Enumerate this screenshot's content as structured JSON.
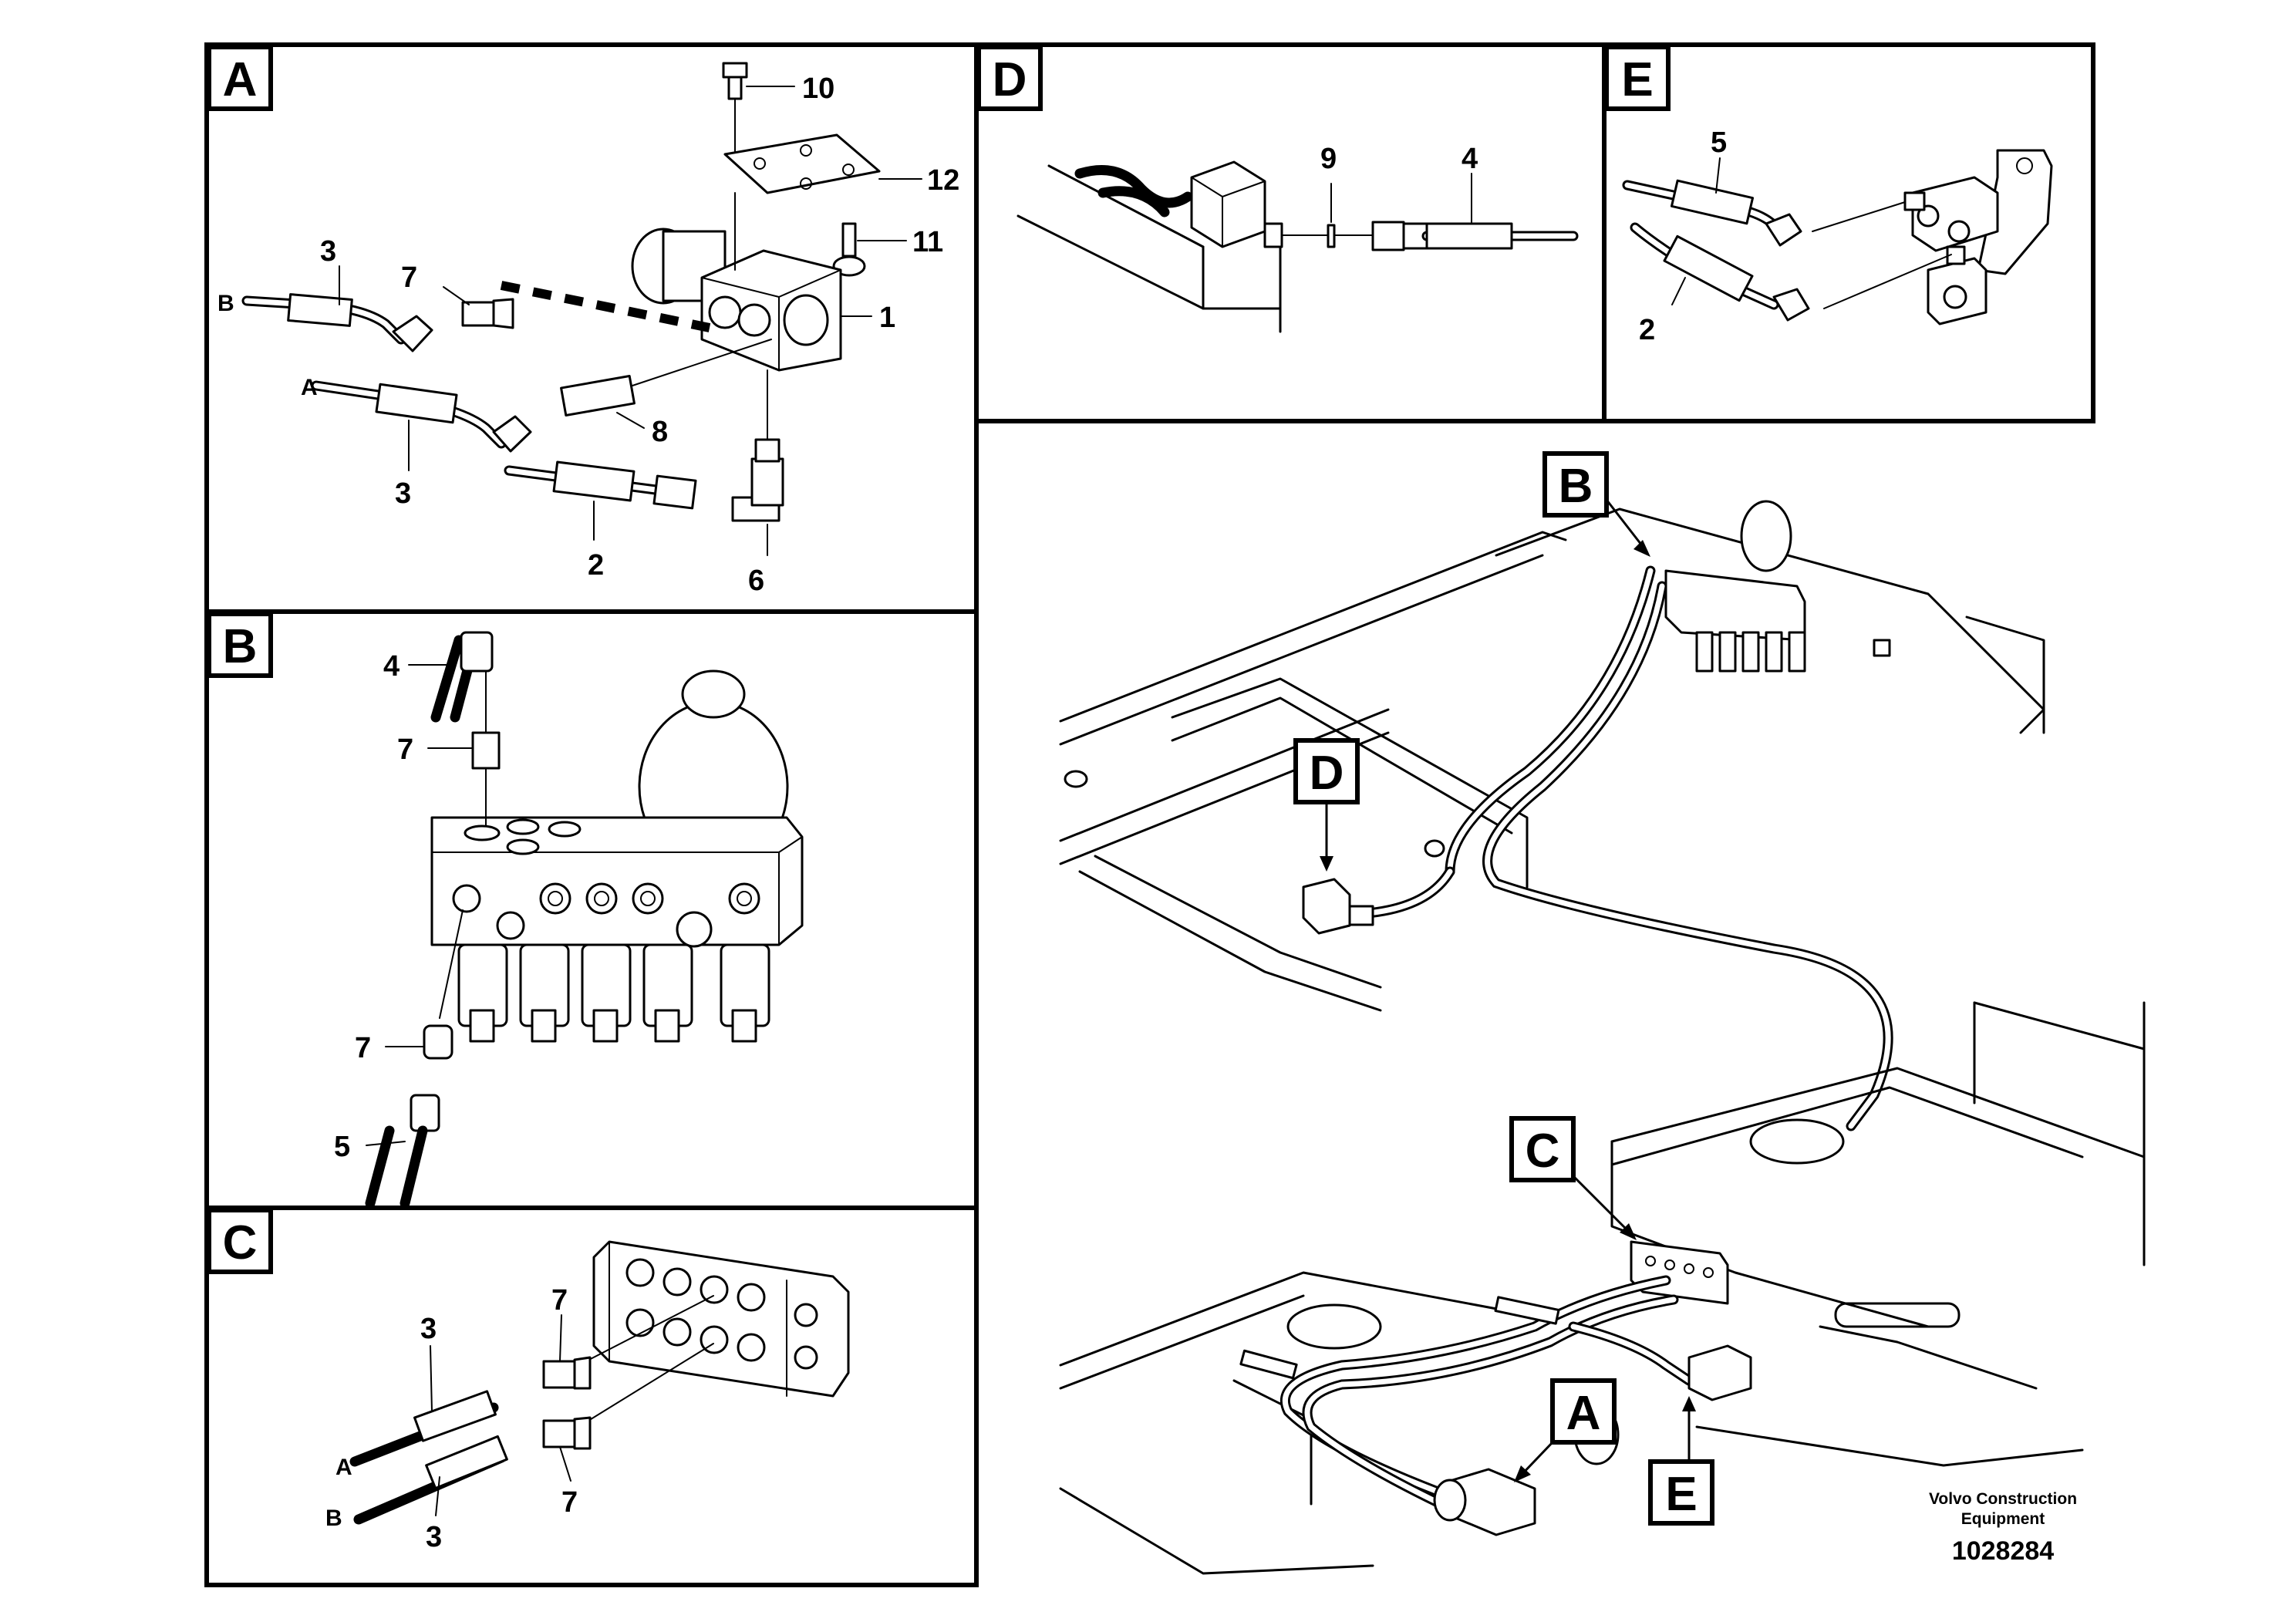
{
  "panels": {
    "a": {
      "letter": "A",
      "callouts": {
        "c10": "10",
        "c12": "12",
        "c11": "11",
        "c1": "1",
        "c3a": "3",
        "c7": "7",
        "c8": "8",
        "c3b": "3",
        "c2": "2",
        "c6": "6"
      },
      "ports": {
        "b": "B",
        "a": "A"
      }
    },
    "b": {
      "letter": "B",
      "callouts": {
        "c4": "4",
        "c7a": "7",
        "c7b": "7",
        "c5": "5"
      }
    },
    "c": {
      "letter": "C",
      "callouts": {
        "c3a": "3",
        "c7a": "7",
        "c7b": "7",
        "c3b": "3"
      },
      "ports": {
        "a": "A",
        "b": "B"
      }
    },
    "d": {
      "letter": "D",
      "callouts": {
        "c9": "9",
        "c4": "4"
      }
    },
    "e": {
      "letter": "E",
      "callouts": {
        "c5": "5",
        "c2": "2"
      }
    }
  },
  "overview": {
    "markers": {
      "b": "B",
      "d": "D",
      "c": "C",
      "a": "A",
      "e": "E"
    }
  },
  "footer": {
    "brand_line1": "Volvo Construction",
    "brand_line2": "Equipment",
    "doc_number": "1028284"
  }
}
